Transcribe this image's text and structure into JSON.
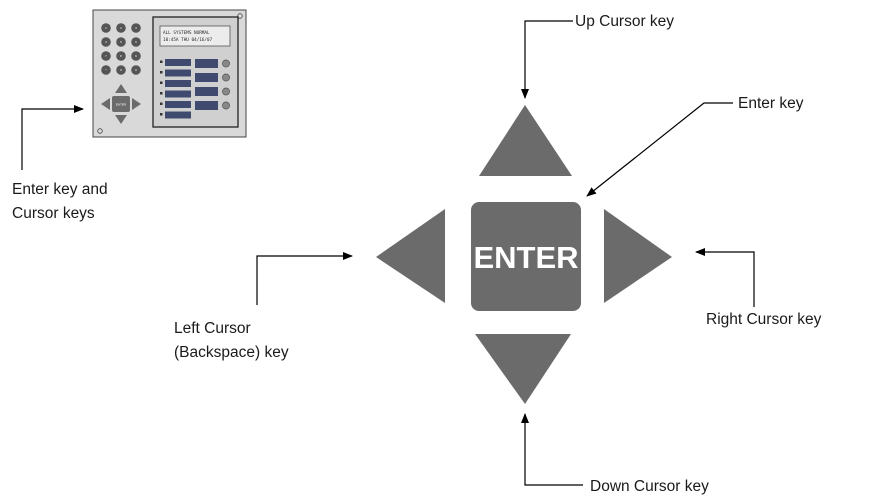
{
  "labels": {
    "up_cursor": "Up Cursor key",
    "enter_key": "Enter key",
    "enter_and_cursor_line1": "Enter key and",
    "enter_and_cursor_line2": "Cursor keys",
    "left_cursor_line1": "Left Cursor",
    "left_cursor_line2": "(Backspace) key",
    "right_cursor": "Right Cursor key",
    "down_cursor": "Down Cursor key"
  },
  "keypad": {
    "enter_label": "ENTER"
  },
  "panel_thumbnail": {
    "lcd_line1": "ALL SYSTEMS NORMAL",
    "lcd_line2": "10:45A THU 04/16/07",
    "enter_label": "ENTER",
    "digit_keys": [
      "1",
      "2",
      "3",
      "4",
      "5",
      "6",
      "7",
      "8",
      "9",
      "*",
      "0",
      "#"
    ]
  },
  "colors": {
    "key_fill": "#6b6b6b",
    "panel_fill": "#d9d9d9",
    "leader_line": "#000000"
  }
}
